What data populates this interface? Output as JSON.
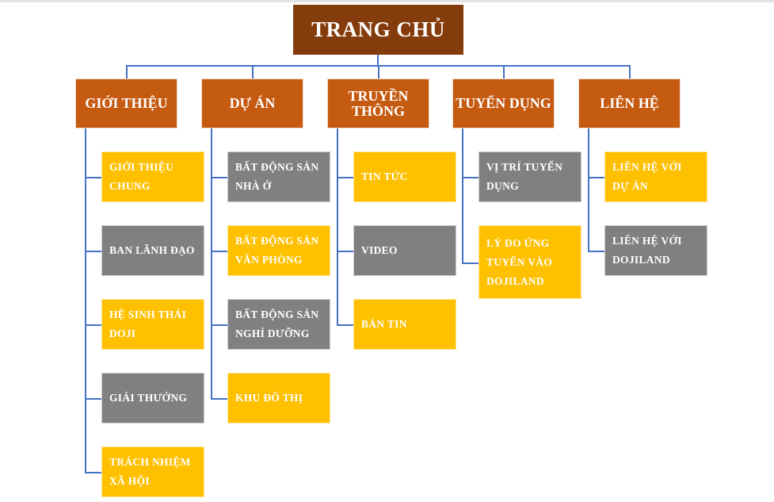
{
  "root": {
    "label": "TRANG CHỦ"
  },
  "colors": {
    "root": "#843C0C",
    "section": "#C55A11",
    "yellow": "#FFC000",
    "gray": "#808080",
    "connector": "#4472C4"
  },
  "sections": [
    {
      "label": "GIỚI THIỆU",
      "children": [
        {
          "label": "GIỚI THIỆU CHUNG",
          "color": "yellow"
        },
        {
          "label": "BAN LÃNH ĐẠO",
          "color": "gray"
        },
        {
          "label": "HỆ SINH THÁI DOJI",
          "color": "yellow"
        },
        {
          "label": "GIẢI THƯỞNG",
          "color": "gray"
        },
        {
          "label": "TRÁCH NHIỆM XÃ HỘI",
          "color": "yellow"
        }
      ]
    },
    {
      "label": "DỰ ÁN",
      "children": [
        {
          "label": "BẤT ĐỘNG SẢN NHÀ Ở",
          "color": "gray"
        },
        {
          "label": "BẤT ĐỘNG SẢN VĂN PHÒNG",
          "color": "yellow"
        },
        {
          "label": "BẤT ĐỘNG SẢN NGHỈ DƯỠNG",
          "color": "gray"
        },
        {
          "label": "KHU ĐÔ THỊ",
          "color": "yellow"
        }
      ]
    },
    {
      "label": "TRUYỀN THÔNG",
      "children": [
        {
          "label": "TIN TỨC",
          "color": "yellow"
        },
        {
          "label": "VIDEO",
          "color": "gray"
        },
        {
          "label": "BẢN TIN",
          "color": "yellow"
        }
      ]
    },
    {
      "label": "TUYỂN DỤNG",
      "children": [
        {
          "label": "VỊ TRÍ TUYỂN DỤNG",
          "color": "gray"
        },
        {
          "label": "LÝ DO ỨNG TUYỂN VÀO DOJILAND",
          "color": "yellow"
        }
      ]
    },
    {
      "label": "LIÊN HỆ",
      "children": [
        {
          "label": "LIÊN HỆ VỚI DỰ ÁN",
          "color": "yellow"
        },
        {
          "label": "LIÊN HỆ VỚI DOJILAND",
          "color": "gray"
        }
      ]
    }
  ]
}
